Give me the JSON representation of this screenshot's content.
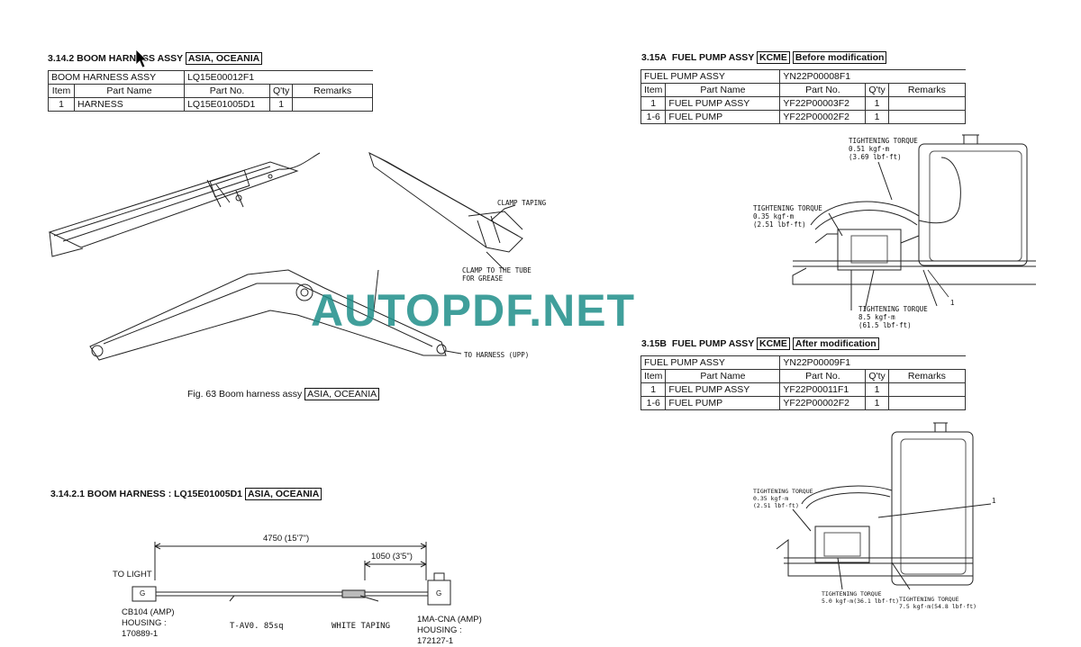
{
  "left": {
    "section_a": {
      "number": "3.14.2",
      "title": "BOOM HARNESS ASSY",
      "tag": "ASIA, OCEANIA",
      "assy_name": "BOOM HARNESS ASSY",
      "assy_no": "LQ15E00012F1",
      "headers": [
        "Item",
        "Part Name",
        "Part No.",
        "Q'ty",
        "Remarks"
      ],
      "rows": [
        [
          "1",
          "HARNESS",
          "LQ15E01005D1",
          "1",
          ""
        ]
      ]
    },
    "figure": {
      "label_clamp_taping": "CLAMP TAPING",
      "label_clamp_tube_1": "CLAMP TO THE TUBE",
      "label_clamp_tube_2": "FOR GREASE",
      "label_to_harness": "TO HARNESS (UPP)",
      "caption": "Fig. 63  Boom harness assy",
      "caption_tag": "ASIA, OCEANIA"
    },
    "section_b": {
      "title": "3.14.2.1  BOOM HARNESS : LQ15E01005D1",
      "tag": "ASIA, OCEANIA",
      "dim_total": "4750 (15'7\")",
      "dim_partial": "1050 (3'5\")",
      "to_light": "TO LIGHT",
      "conn_left_label": "G",
      "conn_right_label": "G",
      "left_conn_1": "CB104 (AMP)",
      "left_conn_2": "HOUSING :",
      "left_conn_3": "170889-1",
      "wire_label": "T-AV0. 85sq",
      "white_taping": "WHITE TAPING",
      "right_conn_1": "1MA-CNA (AMP)",
      "right_conn_2": "HOUSING :",
      "right_conn_3": "172127-1"
    }
  },
  "right": {
    "section_a": {
      "number": "3.15A",
      "title": "FUEL PUMP ASSY",
      "tag1": "KCME",
      "tag2": "Before modification",
      "assy_name": "FUEL PUMP ASSY",
      "assy_no": "YN22P00008F1",
      "headers": [
        "Item",
        "Part Name",
        "Part No.",
        "Q'ty",
        "Remarks"
      ],
      "rows": [
        [
          "1",
          "FUEL PUMP ASSY",
          "YF22P00003F2",
          "1",
          ""
        ],
        [
          "1-6",
          "FUEL PUMP",
          "YF22P00002F2",
          "1",
          ""
        ]
      ],
      "torque_top_1": "TIGHTENING TORQUE",
      "torque_top_2": "0.51 kgf·m",
      "torque_top_3": "(3.69 lbf·ft)",
      "torque_left_1": "TIGHTENING TORQUE",
      "torque_left_2": "0.35 kgf·m",
      "torque_left_3": "(2.51 lbf·ft)",
      "torque_bottom_1": "TIGHTENING TORQUE",
      "torque_bottom_2": "8.5 kgf·m",
      "torque_bottom_3": "(61.5 lbf·ft)",
      "callout": "1"
    },
    "section_b": {
      "number": "3.15B",
      "title": "FUEL PUMP ASSY",
      "tag1": "KCME",
      "tag2": "After modification",
      "assy_name": "FUEL PUMP ASSY",
      "assy_no": "YN22P00009F1",
      "headers": [
        "Item",
        "Part Name",
        "Part No.",
        "Q'ty",
        "Remarks"
      ],
      "rows": [
        [
          "1",
          "FUEL PUMP ASSY",
          "YF22P00011F1",
          "1",
          ""
        ],
        [
          "1-6",
          "FUEL PUMP",
          "YF22P00002F2",
          "1",
          ""
        ]
      ],
      "torque_left_1": "TIGHTENING TORQUE",
      "torque_left_2": "0.35 kgf·m",
      "torque_left_3": "(2.51 lbf·ft)",
      "torque_b1_1": "TIGHTENING TORQUE",
      "torque_b1_2": "5.0 kgf·m(36.1 lbf·ft)",
      "torque_b2_1": "TIGHTENING TORQUE",
      "torque_b2_2": "7.5 kgf·m(54.8 lbf·ft)",
      "callout": "1"
    }
  },
  "watermark": "AUTOPDF.NET"
}
